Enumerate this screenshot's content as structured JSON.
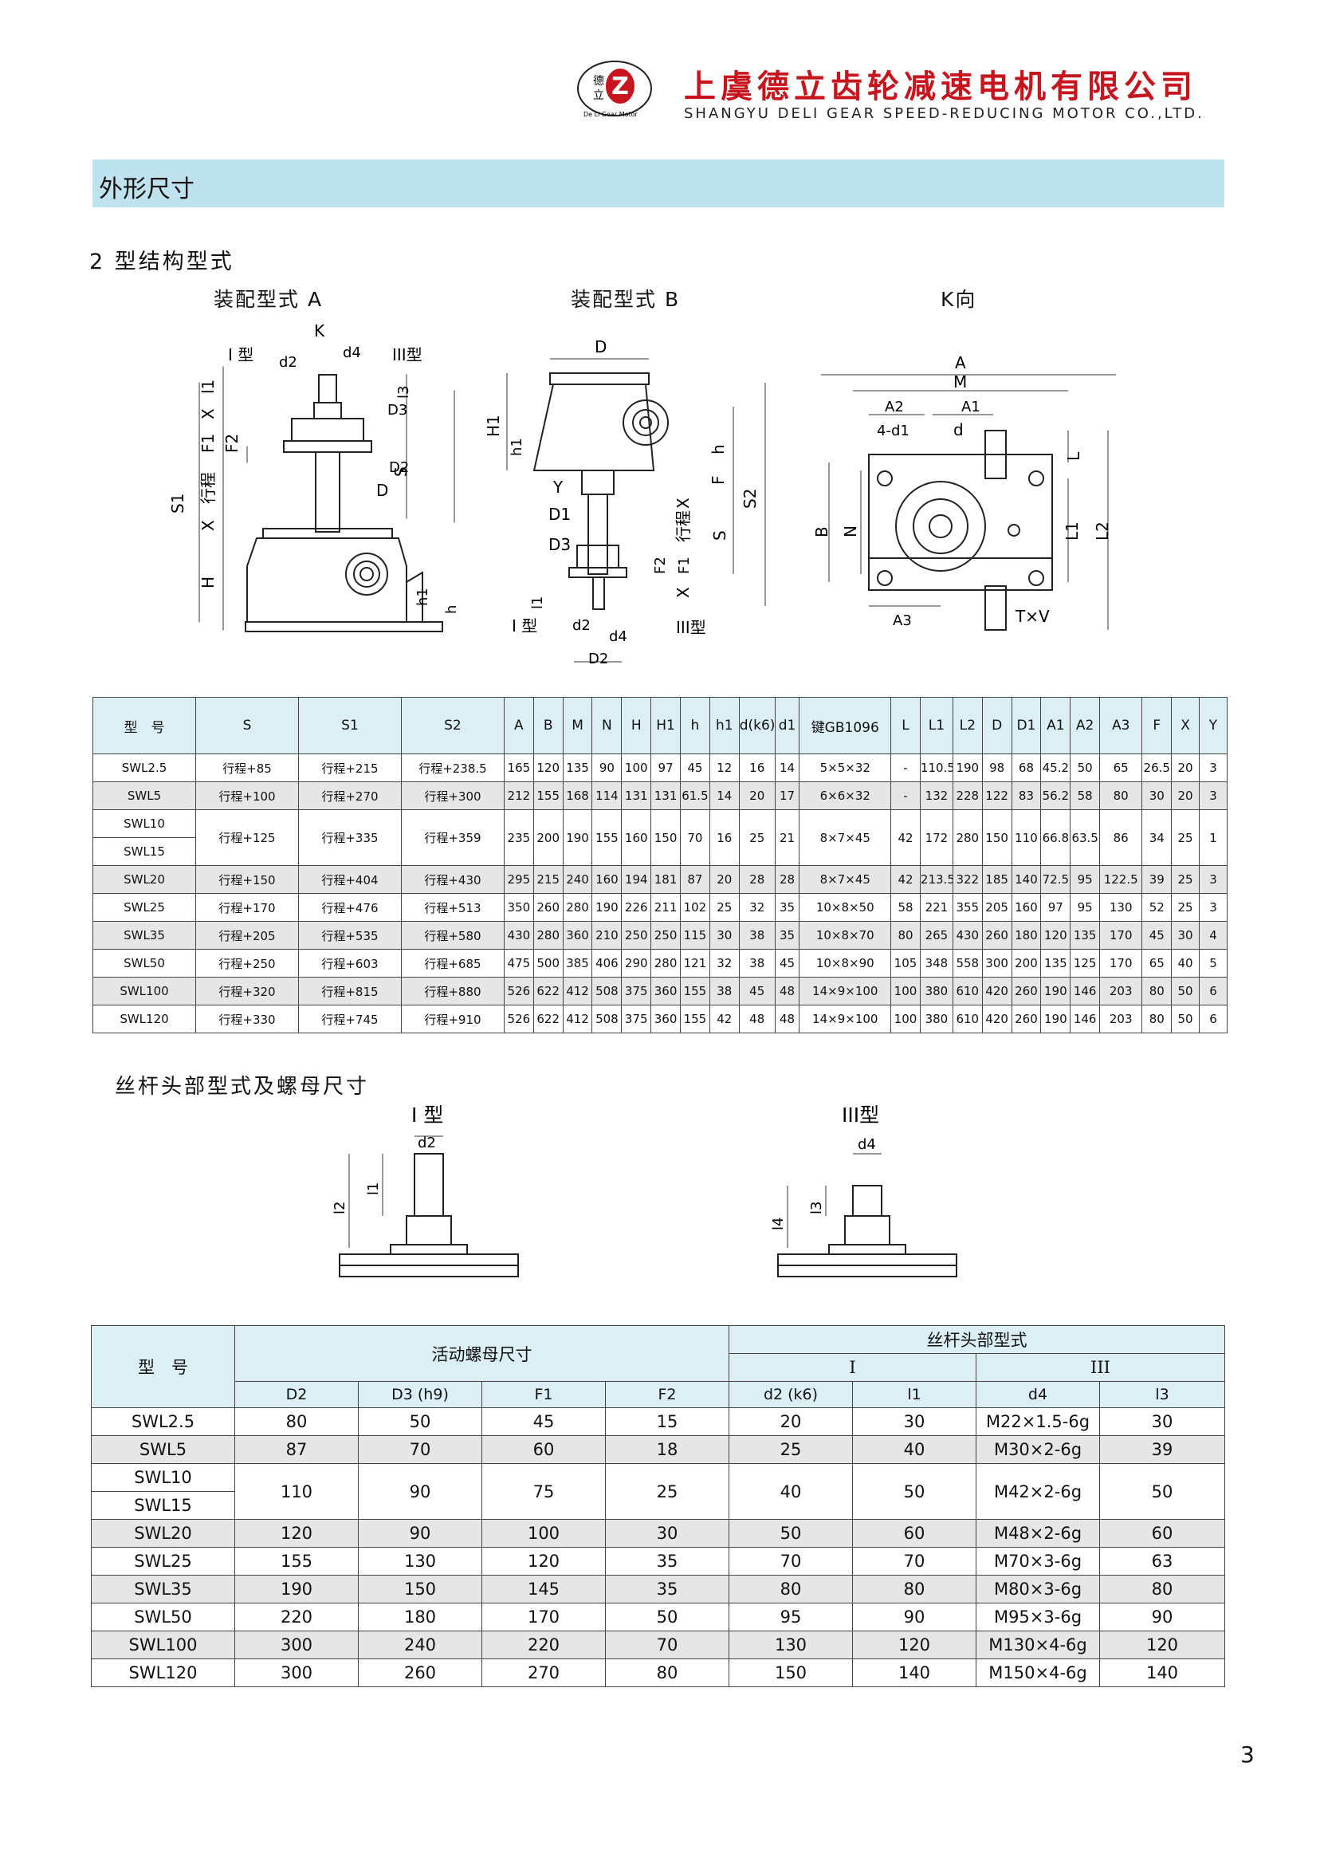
{
  "header": {
    "company_cn": "上虞德立齿轮减速电机有限公司",
    "company_en": "SHANGYU DELI GEAR SPEED-REDUCING MOTOR CO.,LTD.",
    "logo_text_a": "德",
    "logo_text_b": "立",
    "logo_ring": "De Li Gear Motor"
  },
  "banner_title": "外形尺寸",
  "section_title": "2  型结构型式",
  "diagram_captions": {
    "a": "装配型式 A",
    "b": "装配型式 B",
    "k": "K向"
  },
  "labels_a": {
    "k": "K",
    "i_type": "I 型",
    "iii_type": "III型",
    "d2": "d2",
    "d4": "d4",
    "l1": "l1",
    "l3": "l3",
    "x": "X",
    "f1": "F1",
    "f2": "F2",
    "d3": "D3",
    "d2u": "D2",
    "d": "D",
    "s": "S",
    "stroke": "行程",
    "x2": "X",
    "s1": "S1",
    "h": "H",
    "h1": "h1",
    "hh": "h"
  },
  "labels_b": {
    "d": "D",
    "h1u": "H1",
    "h1": "h1",
    "h": "h",
    "f": "F",
    "y": "Y",
    "d1": "D1",
    "x": "X",
    "stroke": "行程",
    "s2": "S2",
    "s": "S",
    "d3": "D3",
    "f2": "F2",
    "f1": "F1",
    "x2": "X",
    "l1": "l1",
    "i_type": "I 型",
    "d2": "d2",
    "d4": "d4",
    "iii_type": "III型",
    "d2u": "D2"
  },
  "labels_k": {
    "a": "A",
    "m": "M",
    "a2": "A2",
    "a1": "A1",
    "d1": "4-d1",
    "d": "d",
    "l": "L",
    "b": "B",
    "n": "N",
    "l1": "L1",
    "l2": "L2",
    "a3": "A3",
    "txv": "T×V"
  },
  "table1": {
    "headers": [
      "型　号",
      "S",
      "S1",
      "S2",
      "A",
      "B",
      "M",
      "N",
      "H",
      "H1",
      "h",
      "h1",
      "d(k6)",
      "d1",
      "键GB1096",
      "L",
      "L1",
      "L2",
      "D",
      "D1",
      "A1",
      "A2",
      "A3",
      "F",
      "X",
      "Y"
    ],
    "rows": [
      [
        "SWL2.5",
        "行程+85",
        "行程+215",
        "行程+238.5",
        "165",
        "120",
        "135",
        "90",
        "100",
        "97",
        "45",
        "12",
        "16",
        "14",
        "5×5×32",
        "-",
        "110.5",
        "190",
        "98",
        "68",
        "45.2",
        "50",
        "65",
        "26.5",
        "20",
        "3"
      ],
      [
        "SWL5",
        "行程+100",
        "行程+270",
        "行程+300",
        "212",
        "155",
        "168",
        "114",
        "131",
        "131",
        "61.5",
        "14",
        "20",
        "17",
        "6×6×32",
        "-",
        "132",
        "228",
        "122",
        "83",
        "56.2",
        "58",
        "80",
        "30",
        "20",
        "3"
      ],
      [
        "SWL10",
        "SWL15",
        "行程+125",
        "行程+335",
        "行程+359",
        "235",
        "200",
        "190",
        "155",
        "160",
        "150",
        "70",
        "16",
        "25",
        "21",
        "8×7×45",
        "42",
        "172",
        "280",
        "150",
        "110",
        "66.8",
        "63.5",
        "86",
        "34",
        "25",
        "1"
      ],
      [
        "SWL20",
        "行程+150",
        "行程+404",
        "行程+430",
        "295",
        "215",
        "240",
        "160",
        "194",
        "181",
        "87",
        "20",
        "28",
        "28",
        "8×7×45",
        "42",
        "213.5",
        "322",
        "185",
        "140",
        "72.5",
        "95",
        "122.5",
        "39",
        "25",
        "3"
      ],
      [
        "SWL25",
        "行程+170",
        "行程+476",
        "行程+513",
        "350",
        "260",
        "280",
        "190",
        "226",
        "211",
        "102",
        "25",
        "32",
        "35",
        "10×8×50",
        "58",
        "221",
        "355",
        "205",
        "160",
        "97",
        "95",
        "130",
        "52",
        "25",
        "3"
      ],
      [
        "SWL35",
        "行程+205",
        "行程+535",
        "行程+580",
        "430",
        "280",
        "360",
        "210",
        "250",
        "250",
        "115",
        "30",
        "38",
        "35",
        "10×8×70",
        "80",
        "265",
        "430",
        "260",
        "180",
        "120",
        "135",
        "170",
        "45",
        "30",
        "4"
      ],
      [
        "SWL50",
        "行程+250",
        "行程+603",
        "行程+685",
        "475",
        "500",
        "385",
        "406",
        "290",
        "280",
        "121",
        "32",
        "38",
        "45",
        "10×8×90",
        "105",
        "348",
        "558",
        "300",
        "200",
        "135",
        "125",
        "170",
        "65",
        "40",
        "5"
      ],
      [
        "SWL100",
        "行程+320",
        "行程+815",
        "行程+880",
        "526",
        "622",
        "412",
        "508",
        "375",
        "360",
        "155",
        "38",
        "45",
        "48",
        "14×9×100",
        "100",
        "380",
        "610",
        "420",
        "260",
        "190",
        "146",
        "203",
        "80",
        "50",
        "6"
      ],
      [
        "SWL120",
        "行程+330",
        "行程+745",
        "行程+910",
        "526",
        "622",
        "412",
        "508",
        "375",
        "360",
        "155",
        "42",
        "48",
        "48",
        "14×9×100",
        "100",
        "380",
        "610",
        "420",
        "260",
        "190",
        "146",
        "203",
        "80",
        "50",
        "6"
      ]
    ]
  },
  "subtitle2": "丝杆头部型式及螺母尺寸",
  "head_types": {
    "i_caption": "I 型",
    "iii_caption": "III型",
    "i_d2": "d2",
    "i_l2": "l2",
    "i_l1": "l1",
    "iii_d4": "d4",
    "iii_l4": "l4",
    "iii_l3": "l3"
  },
  "table2": {
    "model_header": "型　号",
    "nut_header": "活动螺母尺寸",
    "head_header": "丝杆头部型式",
    "type_i": "I",
    "type_iii": "III",
    "sub_headers": [
      "D2",
      "D3 (h9)",
      "F1",
      "F2",
      "d2 (k6)",
      "l1",
      "d4",
      "l3"
    ],
    "rows": [
      [
        "SWL2.5",
        "80",
        "50",
        "45",
        "15",
        "20",
        "30",
        "M22×1.5-6g",
        "30"
      ],
      [
        "SWL5",
        "87",
        "70",
        "60",
        "18",
        "25",
        "40",
        "M30×2-6g",
        "39"
      ],
      [
        "SWL10",
        "SWL15",
        "110",
        "90",
        "75",
        "25",
        "40",
        "50",
        "M42×2-6g",
        "50"
      ],
      [
        "SWL20",
        "120",
        "90",
        "100",
        "30",
        "50",
        "60",
        "M48×2-6g",
        "60"
      ],
      [
        "SWL25",
        "155",
        "130",
        "120",
        "35",
        "70",
        "70",
        "M70×3-6g",
        "63"
      ],
      [
        "SWL35",
        "190",
        "150",
        "145",
        "35",
        "80",
        "80",
        "M80×3-6g",
        "80"
      ],
      [
        "SWL50",
        "220",
        "180",
        "170",
        "50",
        "95",
        "90",
        "M95×3-6g",
        "90"
      ],
      [
        "SWL100",
        "300",
        "240",
        "220",
        "70",
        "130",
        "120",
        "M130×4-6g",
        "120"
      ],
      [
        "SWL120",
        "300",
        "260",
        "270",
        "80",
        "150",
        "140",
        "M150×4-6g",
        "140"
      ]
    ]
  },
  "page_number": "3",
  "colors": {
    "brand_red": "#c8141c",
    "banner": "#bfe3ee",
    "header_cell": "#dceff5",
    "stripe": "#e6e6e6"
  }
}
